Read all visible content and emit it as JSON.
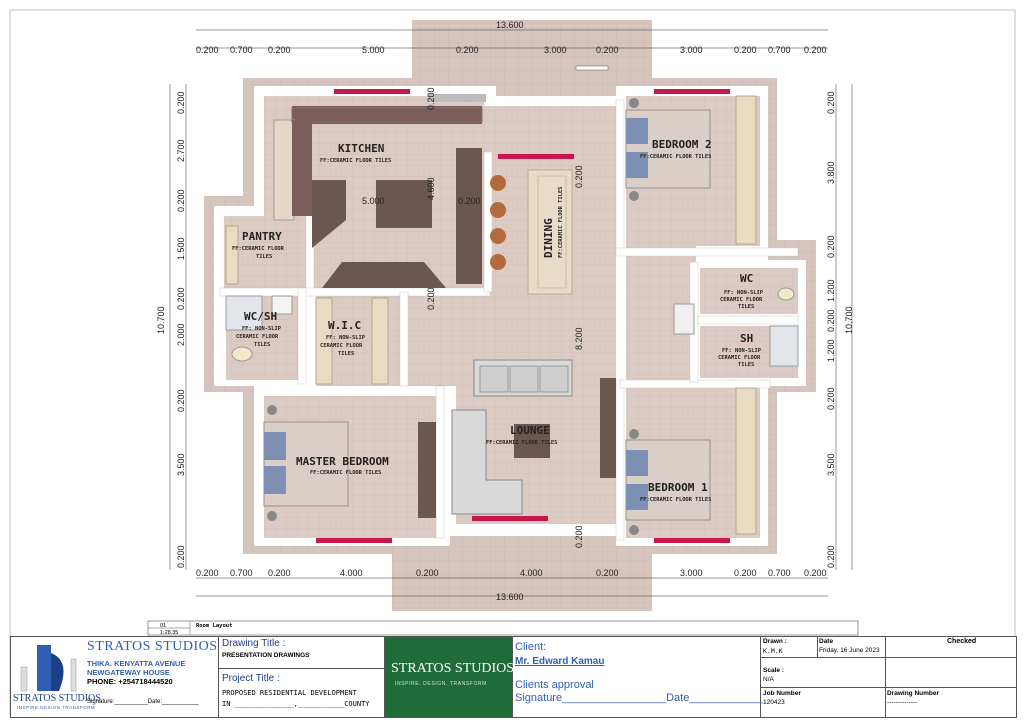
{
  "dimensions": {
    "top_overall": "13.600",
    "bottom_overall": "13.600",
    "top_row": [
      "0.200",
      "0.700",
      "0.200",
      "5.000",
      "0.200",
      "3.000",
      "0.200",
      "3.000",
      "0.200",
      "0.700",
      "0.200"
    ],
    "bottom_row": [
      "0.200",
      "0.700",
      "0.200",
      "4.000",
      "0.200",
      "4.000",
      "0.200",
      "3.000",
      "0.200",
      "0.700",
      "0.200"
    ],
    "left_overall": "10.700",
    "right_overall": "10.700",
    "left_col": [
      "0.200",
      "2.700",
      "0.200",
      "1.500",
      "0.200",
      "2.000",
      "0.200",
      "3.500",
      "0.200"
    ],
    "right_col": [
      "0.200",
      "3.800",
      "0.200",
      "1.200",
      "0.200",
      "1.200",
      "0.200",
      "3.500",
      "0.200"
    ],
    "interior": {
      "kitchen_w": "5.000",
      "kitchen_h": "4.600",
      "wall_a": "0.200",
      "wall_b": "0.200",
      "wall_c": "0.200",
      "dining_w": "0.200",
      "lounge_h": "8.200",
      "bottom_wall": "0.200"
    }
  },
  "rooms": {
    "kitchen": {
      "name": "KITCHEN",
      "finish": "FF:CERAMIC FLOOR TILES"
    },
    "pantry": {
      "name": "PANTRY",
      "finish1": "FF:CERAMIC FLOOR",
      "finish2": "TILES"
    },
    "wcsh": {
      "name": "WC/SH",
      "finish1": "FF: NON-SLIP",
      "finish2": "CERAMIC FLOOR",
      "finish3": "TILES"
    },
    "wic": {
      "name": "W.I.C",
      "finish1": "FF: NON-SLIP",
      "finish2": "CERAMIC FLOOR",
      "finish3": "TILES"
    },
    "dining": {
      "name": "DINING",
      "finish": "FF:CERAMIC FLOOR TILES"
    },
    "bedroom2": {
      "name": "BEDROOM 2",
      "finish": "FF:CERAMIC FLOOR TILES"
    },
    "wc": {
      "name": "WC",
      "finish1": "FF: NON-SLIP",
      "finish2": "CERAMIC FLOOR",
      "finish3": "TILES"
    },
    "sh": {
      "name": "SH",
      "finish1": "FF: NON-SLIP",
      "finish2": "CERAMIC FLOOR",
      "finish3": "TILES"
    },
    "lounge": {
      "name": "LOUNGE",
      "finish": "FF:CERAMIC FLOOR TILES"
    },
    "master": {
      "name": "MASTER BEDROOM",
      "finish": "FF:CERAMIC FLOOR TILES"
    },
    "bedroom1": {
      "name": "BEDROOM 1",
      "finish": "FF:CERAMIC FLOOR TILES"
    }
  },
  "caption": {
    "ref_top": "01",
    "ref_bottom": "1:28.35",
    "label": "Room Layout"
  },
  "title_block": {
    "studio": "STRATOS STUDIOS",
    "address1": "THIKA. KENYATTA AVENUE",
    "address2": "NEWGATEWAY HOUSE",
    "phone": "PHONE: +254718444520",
    "logo_text": "STRATOS STUDIOS",
    "logo_tagline": "INSPIRE  DESIGN  TRANSFORM",
    "signature": "Signature:__________Date:___________",
    "drawing_title_label": "Drawing Title :",
    "drawing_title": "PRESENTATION DRAWINGS",
    "project_title_label": "Project Title :",
    "project_title1": "PROPOSED RESIDENTIAL DEVELOPMENT",
    "project_title2": "IN ______________,___________COUNTY",
    "center_logo": "STRATOS STUDIOS",
    "center_tagline": "INSPIRE. DESIGN. TRANSFORM",
    "client_label": "Client:",
    "client_name": "Mr. Edward Kamau",
    "clients_approval": "Clients approval",
    "signature_date": "Signature_________________Date____________",
    "drawn_label": "Drawn :",
    "drawn_value": "K.M.K",
    "date_label": "Date",
    "date_value": "Friday, 16 June 2023",
    "checked_label": "Checked",
    "scale_label": "Scale :",
    "scale_value": "N/A",
    "job_label": "Job Number",
    "job_value": "120423",
    "drawing_no_label": "Drawing Number",
    "drawing_no_value": "--------------"
  },
  "colors": {
    "tile": "#d7c7bf",
    "wall": "#ffffff",
    "window": "#c8174a",
    "bed": "#d9cfc8",
    "bedstripe": "#7d8fb3",
    "wood": "#6b5650",
    "accent_green": "#1f6b3a",
    "studio_blue": "#2f5fb3"
  }
}
